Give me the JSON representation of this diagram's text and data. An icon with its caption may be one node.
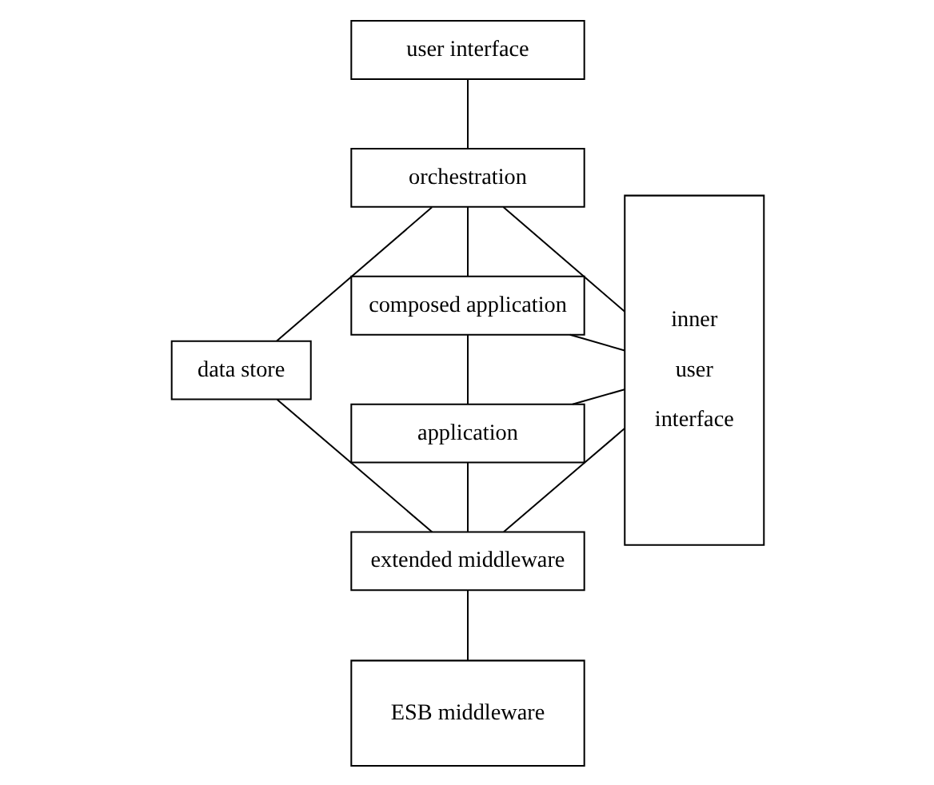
{
  "diagram": {
    "nodes": [
      {
        "text": [
          "user interface"
        ]
      },
      {
        "text": [
          "orchestration"
        ]
      },
      {
        "text": [
          "composed application"
        ]
      },
      {
        "text": [
          "application"
        ]
      },
      {
        "text": [
          "extended middleware"
        ]
      },
      {
        "text": [
          "ESB middleware"
        ]
      },
      {
        "text": [
          "data store"
        ]
      },
      {
        "text": [
          "inner user interface"
        ]
      }
    ],
    "edges": [
      {
        "from": 0,
        "to": 1,
        "arrow": "none"
      },
      {
        "from": 1,
        "to": 2,
        "arrow": "none"
      },
      {
        "from": 2,
        "to": 3,
        "arrow": "none"
      },
      {
        "from": 3,
        "to": 4,
        "arrow": "none"
      },
      {
        "from": 4,
        "to": 5,
        "arrow": "none"
      },
      {
        "from": 6,
        "to": 1,
        "arrow": "none"
      },
      {
        "from": 6,
        "to": 4,
        "arrow": "none"
      },
      {
        "from": 1,
        "to": 7,
        "arrow": "none"
      },
      {
        "from": 2,
        "to": 7,
        "arrow": "none"
      },
      {
        "from": 3,
        "to": 7,
        "arrow": "none"
      },
      {
        "from": 4,
        "to": 7,
        "arrow": "none"
      }
    ]
  }
}
